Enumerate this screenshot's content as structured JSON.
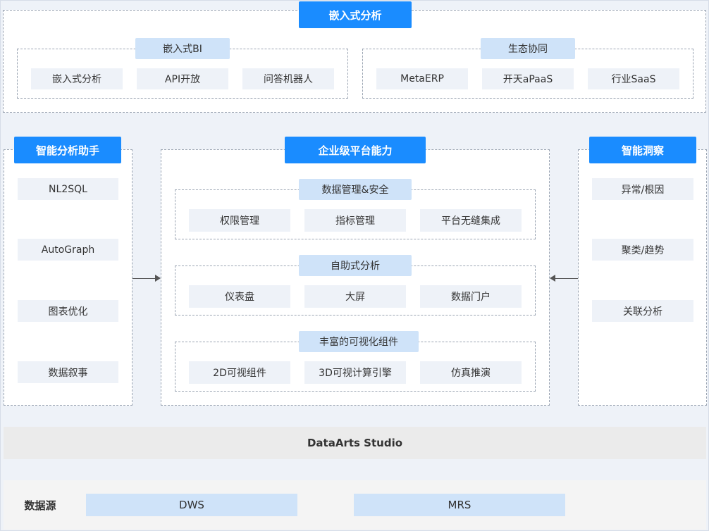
{
  "top": {
    "title": "嵌入式分析",
    "groups": [
      {
        "title": "嵌入式BI",
        "items": [
          "嵌入式分析",
          "API开放",
          "问答机器人"
        ]
      },
      {
        "title": "生态协同",
        "items": [
          "MetaERP",
          "开天aPaaS",
          "行业SaaS"
        ]
      }
    ]
  },
  "left": {
    "title": "智能分析助手",
    "items": [
      "NL2SQL",
      "AutoGraph",
      "图表优化",
      "数据叙事"
    ]
  },
  "center": {
    "title": "企业级平台能力",
    "groups": [
      {
        "title": "数据管理&安全",
        "items": [
          "权限管理",
          "指标管理",
          "平台无缝集成"
        ]
      },
      {
        "title": "自助式分析",
        "items": [
          "仪表盘",
          "大屏",
          "数据门户"
        ]
      },
      {
        "title": "丰富的可视化组件",
        "items": [
          "2D可视组件",
          "3D可视计算引擎",
          "仿真推演"
        ]
      }
    ]
  },
  "right": {
    "title": "智能洞察",
    "items": [
      "异常/根因",
      "聚类/趋势",
      "关联分析"
    ]
  },
  "studio": {
    "label": "DataArts Studio"
  },
  "datasource": {
    "label": "数据源",
    "items": [
      "DWS",
      "MRS"
    ]
  },
  "colors": {
    "accent": "#1a8cff",
    "sub": "#cfe3f9",
    "cell": "#eef2f8"
  }
}
